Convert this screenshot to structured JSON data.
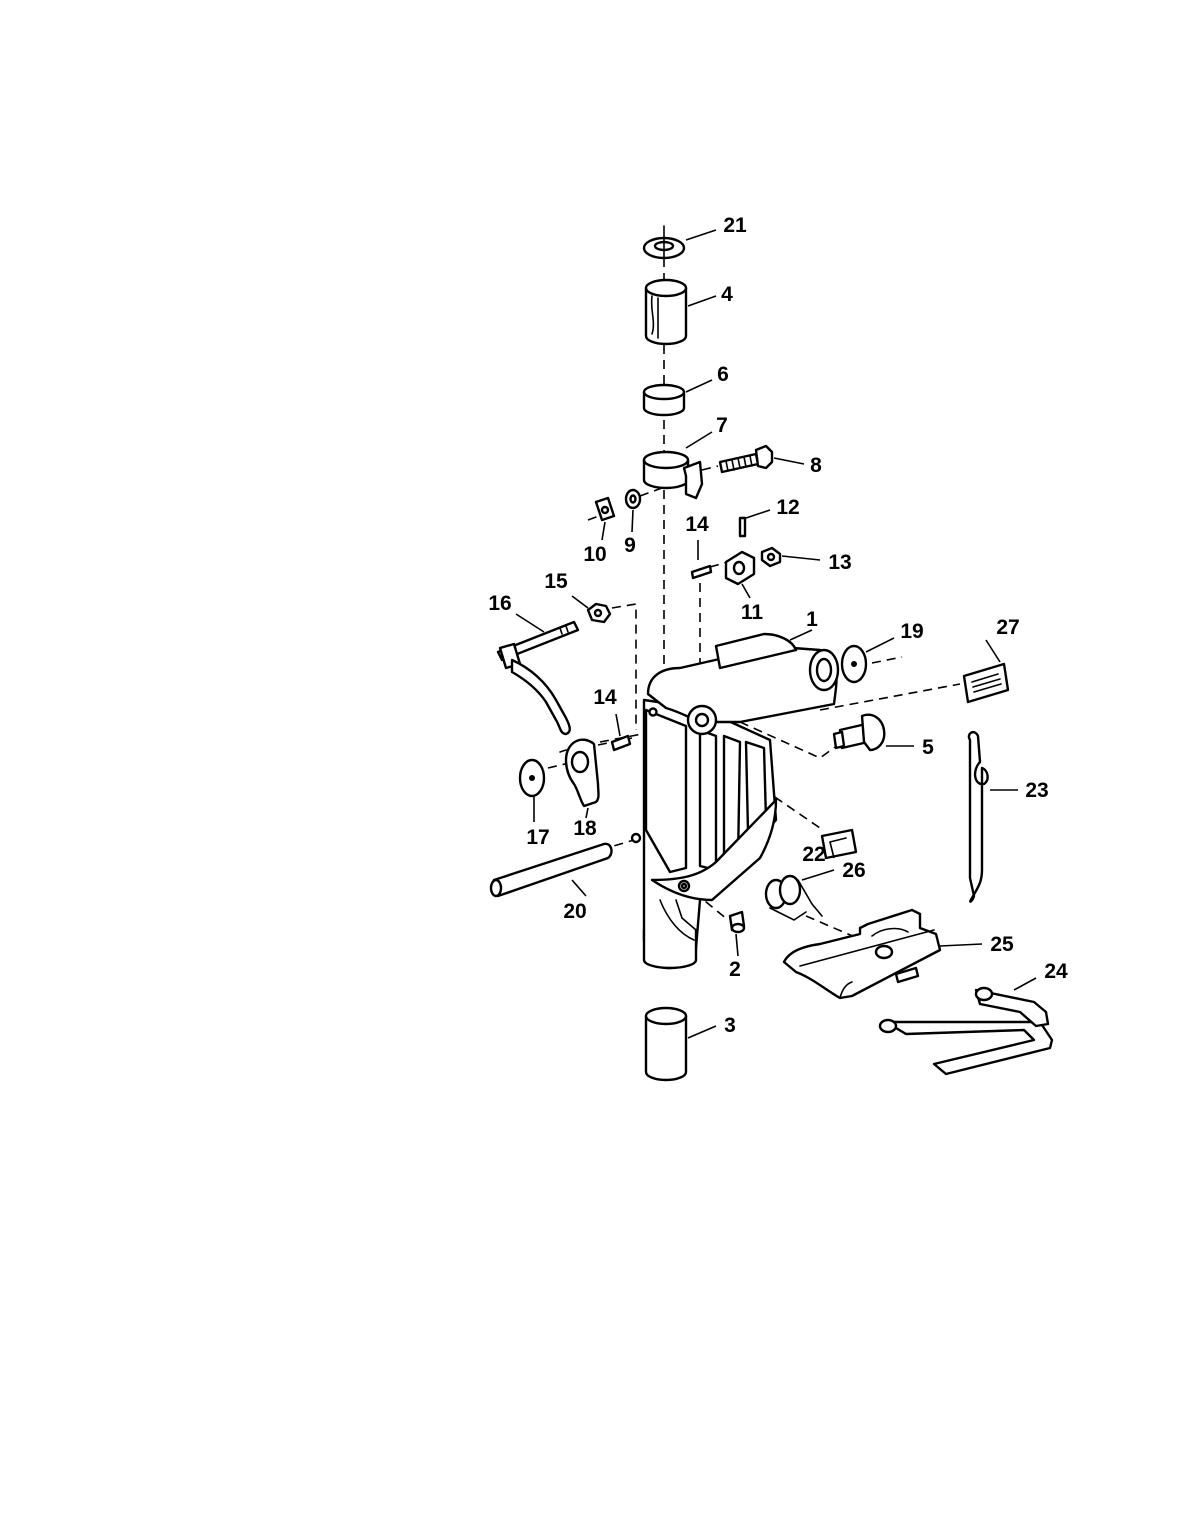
{
  "callouts": [
    "1",
    "2",
    "3",
    "4",
    "5",
    "6",
    "7",
    "8",
    "9",
    "10",
    "11",
    "12",
    "13",
    "14",
    "14",
    "15",
    "16",
    "17",
    "18",
    "19",
    "20",
    "21",
    "22",
    "23",
    "24",
    "25",
    "26",
    "27"
  ],
  "colors": {
    "line": "#000000",
    "background": "#ffffff"
  }
}
